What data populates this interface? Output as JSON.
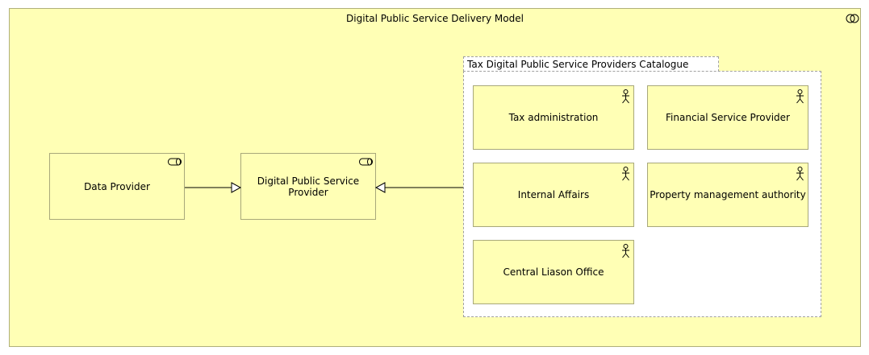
{
  "diagram": {
    "title": "Digital Public Service Delivery Model",
    "title_icon": "collaboration-icon",
    "colors": {
      "element_fill": "#ffffb5",
      "group_fill": "#ffffff",
      "border": "#a8a87a"
    },
    "roles": [
      {
        "label": "Data Provider",
        "icon": "role-icon"
      },
      {
        "label": "Digital Public Service Provider",
        "icon": "role-icon"
      }
    ],
    "group": {
      "title": "Tax Digital Public Service Providers Catalogue",
      "actors": [
        {
          "label": "Tax administration",
          "icon": "actor-icon"
        },
        {
          "label": "Financial Service Provider",
          "icon": "actor-icon"
        },
        {
          "label": "Internal Affairs",
          "icon": "actor-icon"
        },
        {
          "label": "Property management authority",
          "icon": "actor-icon"
        },
        {
          "label": "Central Liason Office",
          "icon": "actor-icon"
        }
      ]
    }
  }
}
